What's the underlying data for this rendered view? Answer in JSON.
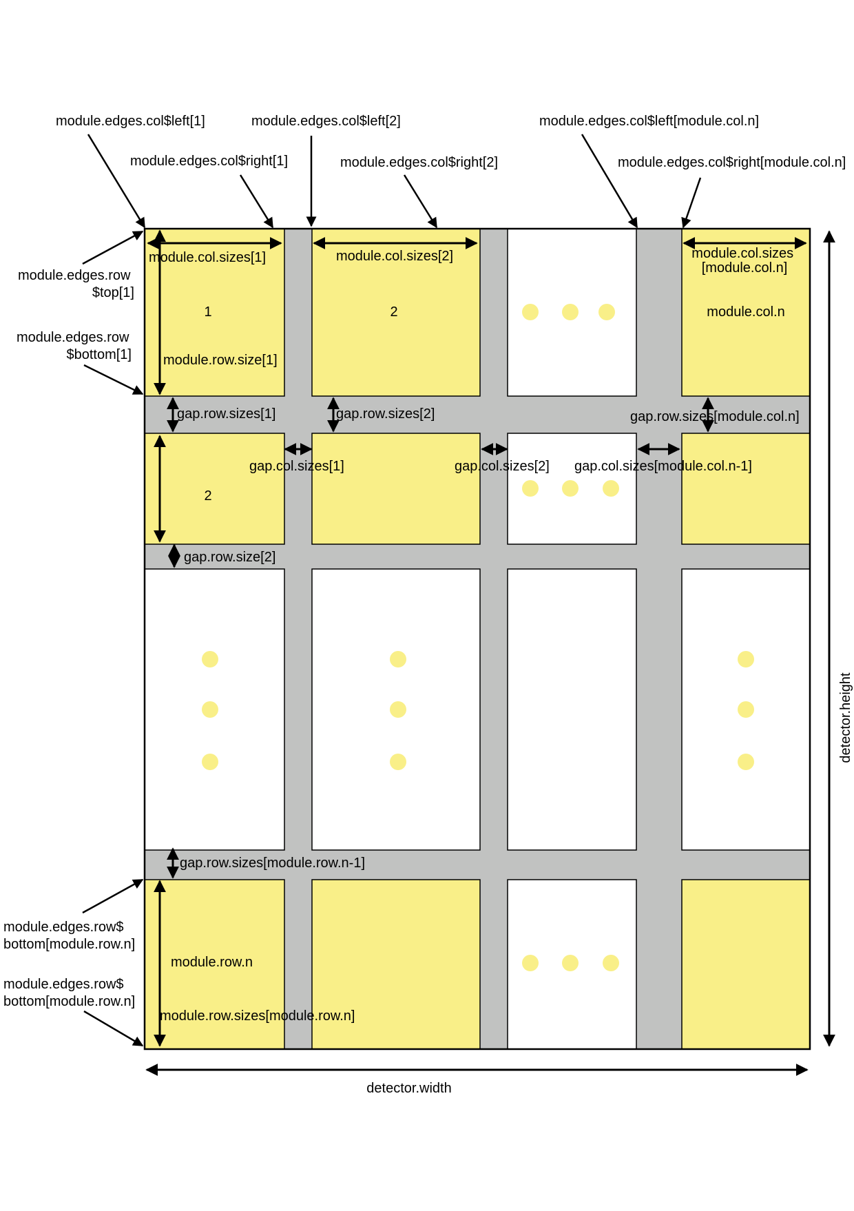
{
  "colors": {
    "module": "#f9ef88",
    "gap": "#c1c2c1",
    "empty": "#ffffff",
    "dot": "#f9ef88",
    "stroke": "#000000"
  },
  "annotations": {
    "edges_col_left_1": "module.edges.col$left[1]",
    "edges_col_left_2": "module.edges.col$left[2]",
    "edges_col_left_n": "module.edges.col$left[module.col.n]",
    "edges_col_right_1": "module.edges.col$right[1]",
    "edges_col_right_2": "module.edges.col$right[2]",
    "edges_col_right_n": "module.edges.col$right[module.col.n]",
    "edges_row_top_1": [
      "module.edges.row",
      "$top[1]"
    ],
    "edges_row_bottom_1": [
      "module.edges.row",
      "$bottom[1]"
    ],
    "edges_row_bottom_n_a": [
      "module.edges.row$",
      "bottom[module.row.n]"
    ],
    "edges_row_bottom_n_b": [
      "module.edges.row$",
      "bottom[module.row.n]"
    ]
  },
  "labels": {
    "col_size_1": "module.col.sizes[1]",
    "col_size_2": "module.col.sizes[2]",
    "col_size_n": [
      "module.col.sizes",
      "[module.col.n]"
    ],
    "cell_1": "1",
    "cell_2": "2",
    "col_n": "module.col.n",
    "row_2": "2",
    "row_size_1": "module.row.size[1]",
    "gap_row_sizes_1": "gap.row.sizes[1]",
    "gap_row_sizes_2": "gap.row.sizes[2]",
    "gap_row_sizes_col_n": "gap.row.sizes[module.col.n]",
    "gap_col_sizes_1": "gap.col.sizes[1]",
    "gap_col_sizes_2": "gap.col.sizes[2]",
    "gap_col_sizes_n1": "gap.col.sizes[module.col.n-1]",
    "gap_row_size_2": "gap.row.size[2]",
    "gap_row_sizes_n1": "gap.row.sizes[module.row.n-1]",
    "row_n": "module.row.n",
    "row_sizes_n": "module.row.sizes[module.row.n]",
    "detector_width": "detector.width",
    "detector_height": "detector.height"
  }
}
